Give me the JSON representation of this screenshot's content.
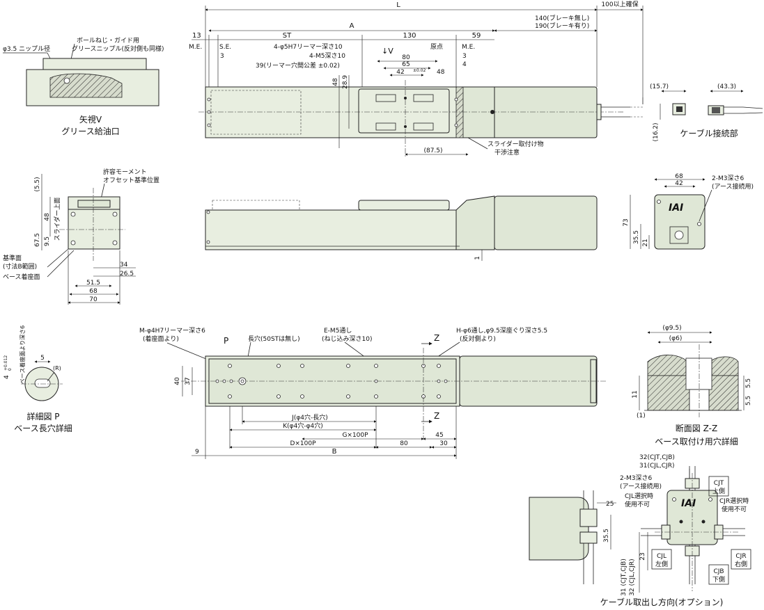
{
  "top_view": {
    "dims_top": [
      "L",
      "100以上確保",
      "A",
      "140(ブレーキ無し)",
      "190(ブレーキ有り)"
    ],
    "dims_row2": [
      "13",
      "ST",
      "130",
      "59"
    ],
    "labels": [
      "M.E.",
      "S.E.",
      "3",
      "4-φ5H7リーマー深さ10",
      "↓V",
      "原点",
      "M.E.",
      "3"
    ],
    "labels2": [
      "4-M5深さ10",
      "80",
      "65",
      "42",
      "±0.02",
      "4",
      "48",
      "39(リーマー穴間公差 ±0.02)"
    ],
    "side_dims": [
      "48",
      "28.9"
    ],
    "bottom_dims": [
      "(87.5)"
    ],
    "slider_note": [
      "スライダー取付け物",
      "干渉注意"
    ]
  },
  "view_v": {
    "labels": [
      "φ3.5 ニップル径",
      "ボールねじ・ガイド用",
      "グリースニップル(反対側も同様)"
    ],
    "caption": [
      "矢視V",
      "グリース給油口"
    ]
  },
  "cable_conn": {
    "dims": [
      "(15.7)",
      "(43.3)",
      "(16.2)"
    ],
    "caption": "ケーブル接続部"
  },
  "end_view": {
    "labels": [
      "許容モーメント",
      "オフセット基準位置",
      "(5.5)",
      "48",
      "スライダー上面",
      "67.5",
      "9.5"
    ],
    "base_labels": [
      "基準面",
      "(寸法B範囲)",
      "ベース着座面"
    ],
    "bottom_dims": [
      "34",
      "26.5",
      "51.5",
      "68",
      "70"
    ]
  },
  "side_view": {
    "dims": [
      "1"
    ]
  },
  "motor_end": {
    "dims": [
      "68",
      "42",
      "73",
      "35.5",
      "21"
    ],
    "labels": [
      "2-M3深さ6",
      "(アース接続用)"
    ],
    "logo": "IAI"
  },
  "bottom_view": {
    "labels": [
      "M-φ4H7リーマー深さ6",
      "(着座面より)",
      "P",
      "長穴(50STは無し)",
      "E-M5通し",
      "(ねじ込み深さ10)",
      "H-φ6通し,φ9.5深座ぐり深さ5.5",
      "(反対側より)",
      "Z",
      "Z"
    ],
    "side_dims": [
      "40",
      "37"
    ],
    "dims_bottom": [
      "J(φ4穴-長穴)",
      "K(φ4穴-φ4穴)",
      "G×100P",
      "45",
      "D×100P",
      "80",
      "30",
      "9",
      "B"
    ]
  },
  "detail_p": {
    "dims": [
      "5",
      "(R)",
      "4",
      "+0.012",
      "0",
      "ベース着座面より深さ6"
    ],
    "caption": [
      "詳細図 P",
      "ベース長穴詳細"
    ]
  },
  "section_zz": {
    "dims": [
      "(φ9.5)",
      "(φ6)",
      "11",
      "5.5",
      "5.5",
      "(1)"
    ],
    "caption": [
      "断面図 Z-Z",
      "ベース取付け用穴詳細"
    ]
  },
  "cable_dir": {
    "dims_top": [
      "32(CJT,CJB)",
      "31(CJL,CJR)"
    ],
    "labels": [
      "2-M3深さ6",
      "(アース接続用)",
      "CJL選択時",
      "使用不可",
      "CJR選択時",
      "使用不可"
    ],
    "boxes": [
      "CJT",
      "上側",
      "CJL",
      "左側",
      "CJR",
      "右側",
      "CJB",
      "下側"
    ],
    "side_dims": [
      "25",
      "35.5",
      "23",
      "31 (CJT,CJB)",
      "32 (CJL,CJR)"
    ],
    "logo": "IAI",
    "caption": "ケーブル取出し方向(オプション)"
  }
}
